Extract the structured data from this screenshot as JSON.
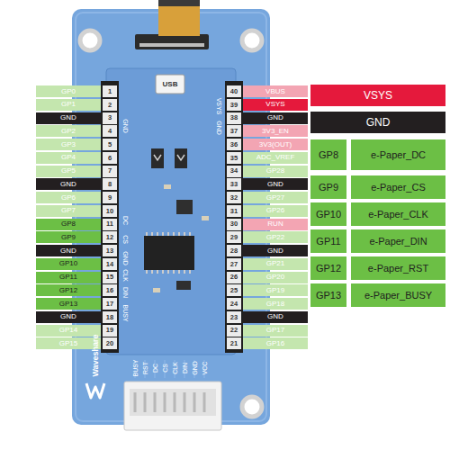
{
  "diagram": {
    "nodes": [
      {
        "text": [
          "GP0"
        ]
      },
      {
        "text": [
          "1"
        ]
      },
      {
        "text": [
          "40"
        ]
      },
      {
        "text": [
          "VBUS"
        ]
      },
      {
        "text": [
          "GP1"
        ]
      },
      {
        "text": [
          "2"
        ]
      },
      {
        "text": [
          "39"
        ]
      },
      {
        "text": [
          "VSYS"
        ]
      },
      {
        "text": [
          "GND"
        ]
      },
      {
        "text": [
          "3"
        ]
      },
      {
        "text": [
          "38"
        ]
      },
      {
        "text": [
          "GND"
        ]
      },
      {
        "text": [
          "GP2"
        ]
      },
      {
        "text": [
          "4"
        ]
      },
      {
        "text": [
          "37"
        ]
      },
      {
        "text": [
          "3V3_EN"
        ]
      },
      {
        "text": [
          "GP3"
        ]
      },
      {
        "text": [
          "5"
        ]
      },
      {
        "text": [
          "36"
        ]
      },
      {
        "text": [
          "3V3(OUT)"
        ]
      },
      {
        "text": [
          "GP4"
        ]
      },
      {
        "text": [
          "6"
        ]
      },
      {
        "text": [
          "35"
        ]
      },
      {
        "text": [
          "ADC_VREF"
        ]
      },
      {
        "text": [
          "GP5"
        ]
      },
      {
        "text": [
          "7"
        ]
      },
      {
        "text": [
          "34"
        ]
      },
      {
        "text": [
          "GP28"
        ]
      },
      {
        "text": [
          "GND"
        ]
      },
      {
        "text": [
          "8"
        ]
      },
      {
        "text": [
          "33"
        ]
      },
      {
        "text": [
          "GND"
        ]
      },
      {
        "text": [
          "GP6"
        ]
      },
      {
        "text": [
          "9"
        ]
      },
      {
        "text": [
          "32"
        ]
      },
      {
        "text": [
          "GP27"
        ]
      },
      {
        "text": [
          "GP7"
        ]
      },
      {
        "text": [
          "10"
        ]
      },
      {
        "text": [
          "31"
        ]
      },
      {
        "text": [
          "GP26"
        ]
      },
      {
        "text": [
          "GP8"
        ]
      },
      {
        "text": [
          "11"
        ]
      },
      {
        "text": [
          "30"
        ]
      },
      {
        "text": [
          "RUN"
        ]
      },
      {
        "text": [
          "GP9"
        ]
      },
      {
        "text": [
          "12"
        ]
      },
      {
        "text": [
          "29"
        ]
      },
      {
        "text": [
          "GP22"
        ]
      },
      {
        "text": [
          "GND"
        ]
      },
      {
        "text": [
          "13"
        ]
      },
      {
        "text": [
          "28"
        ]
      },
      {
        "text": [
          "GND"
        ]
      },
      {
        "text": [
          "GP10"
        ]
      },
      {
        "text": [
          "14"
        ]
      },
      {
        "text": [
          "27"
        ]
      },
      {
        "text": [
          "GP21"
        ]
      },
      {
        "text": [
          "GP11"
        ]
      },
      {
        "text": [
          "15"
        ]
      },
      {
        "text": [
          "26"
        ]
      },
      {
        "text": [
          "GP20"
        ]
      },
      {
        "text": [
          "GP12"
        ]
      },
      {
        "text": [
          "16"
        ]
      },
      {
        "text": [
          "25"
        ]
      },
      {
        "text": [
          "GP19"
        ]
      },
      {
        "text": [
          "GP13"
        ]
      },
      {
        "text": [
          "17"
        ]
      },
      {
        "text": [
          "24"
        ]
      },
      {
        "text": [
          "GP18"
        ]
      },
      {
        "text": [
          "GND"
        ]
      },
      {
        "text": [
          "18"
        ]
      },
      {
        "text": [
          "23"
        ]
      },
      {
        "text": [
          "GND"
        ]
      },
      {
        "text": [
          "GP14"
        ]
      },
      {
        "text": [
          "19"
        ]
      },
      {
        "text": [
          "22"
        ]
      },
      {
        "text": [
          "GP17"
        ]
      },
      {
        "text": [
          "GP15"
        ]
      },
      {
        "text": [
          "20"
        ]
      },
      {
        "text": [
          "21"
        ]
      },
      {
        "text": [
          "GP16"
        ]
      },
      {
        "text": [
          "VSYS"
        ]
      },
      {
        "text": [
          "GND"
        ]
      },
      {
        "text": [
          "GP8"
        ]
      },
      {
        "text": [
          "e-Paper_DC"
        ]
      },
      {
        "text": [
          "GP9"
        ]
      },
      {
        "text": [
          "e-Paper_CS"
        ]
      },
      {
        "text": [
          "GP10"
        ]
      },
      {
        "text": [
          "e-Paper_CLK"
        ]
      },
      {
        "text": [
          "GP11"
        ]
      },
      {
        "text": [
          "e-Paper_DIN"
        ]
      },
      {
        "text": [
          "GP12"
        ]
      },
      {
        "text": [
          "e-Paper_RST"
        ]
      },
      {
        "text": [
          "GP13"
        ]
      },
      {
        "text": [
          "e-Paper_BUSY"
        ]
      }
    ],
    "labels": [
      "USB",
      "GND",
      "DC",
      "CS",
      "GND",
      "CLK",
      "DIN",
      "BUSY",
      "VSYS",
      "GND",
      "BUSY",
      "RST",
      "DC",
      "CS",
      "CLK",
      "DIN",
      "GND",
      "VCC",
      "Waveshare"
    ]
  }
}
